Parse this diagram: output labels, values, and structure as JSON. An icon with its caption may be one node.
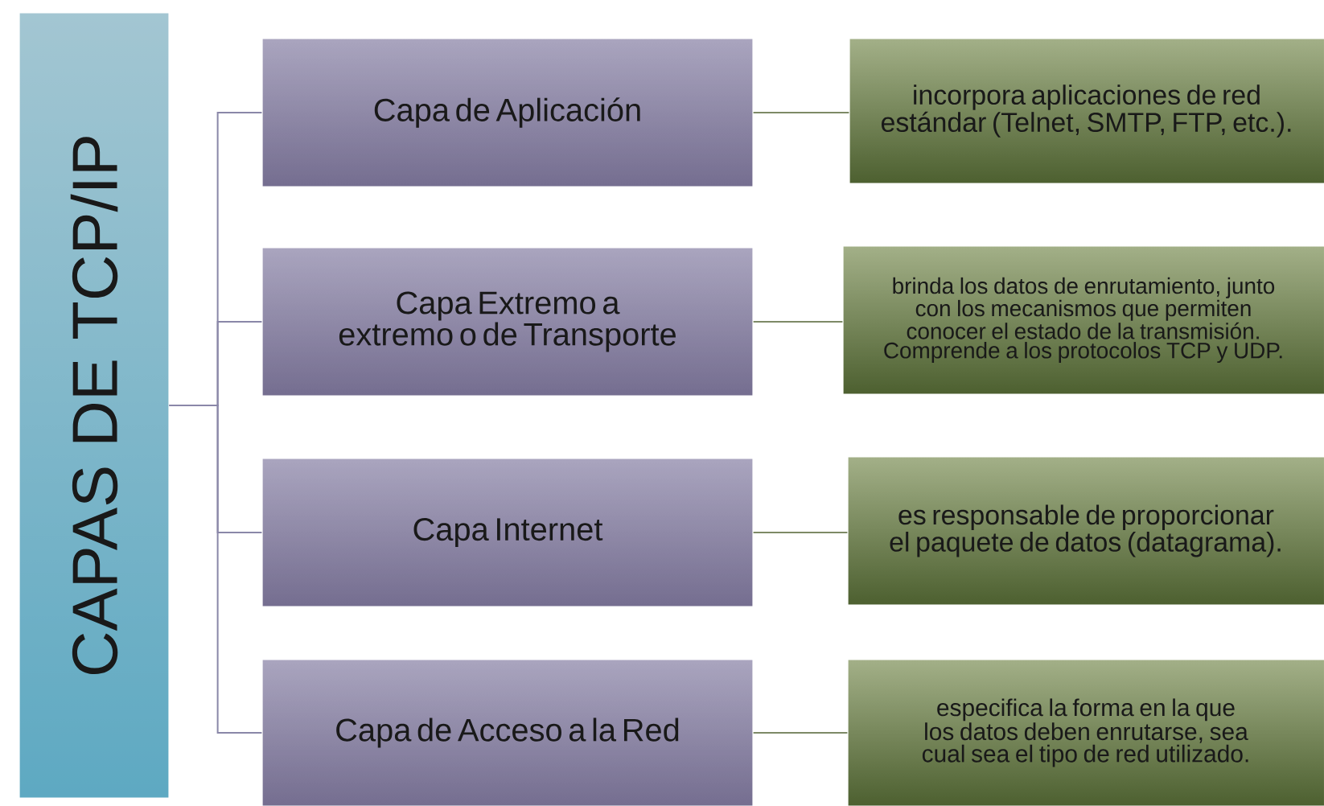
{
  "diagram": {
    "nodes": [
      {
        "text": [
          "CAPAS DE TCP/IP"
        ]
      },
      {
        "text": [
          "Capa de Aplicación"
        ]
      },
      {
        "text": [
          "Capa Extremo a extremo o de Transporte"
        ]
      },
      {
        "text": [
          "Capa Internet"
        ]
      },
      {
        "text": [
          "Capa de Acceso a la Red"
        ]
      },
      {
        "text": [
          "incorpora aplicaciones de red estándar (Telnet, SMTP, FTP, etc.)."
        ]
      },
      {
        "text": [
          "brinda los datos de enrutamiento, junto con los mecanismos que permiten conocer el estado de la transmisión. Comprende a los protocolos TCP y UDP."
        ]
      },
      {
        "text": [
          "es responsable de proporcionar el paquete de datos (datagrama)."
        ]
      },
      {
        "text": [
          "especifica la forma en la que los datos deben enrutarse, sea cual sea el tipo de red utilizado."
        ]
      }
    ],
    "edges": [
      {
        "from": 0,
        "to": 1,
        "arrow": "none",
        "color": "#8a87a8"
      },
      {
        "from": 0,
        "to": 2,
        "arrow": "none",
        "color": "#8a87a8"
      },
      {
        "from": 0,
        "to": 3,
        "arrow": "none",
        "color": "#8a87a8"
      },
      {
        "from": 0,
        "to": 4,
        "arrow": "none",
        "color": "#8a87a8"
      },
      {
        "from": 1,
        "to": 5,
        "arrow": "none",
        "color": "#7d8a66"
      },
      {
        "from": 2,
        "to": 6,
        "arrow": "none",
        "color": "#7d8a66"
      },
      {
        "from": 3,
        "to": 7,
        "arrow": "none",
        "color": "#7d8a66"
      },
      {
        "from": 4,
        "to": 8,
        "arrow": "none",
        "color": "#7d8a66"
      }
    ]
  }
}
